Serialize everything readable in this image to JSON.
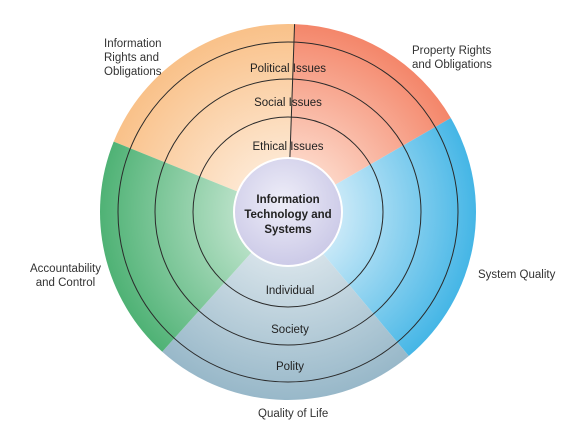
{
  "center": {
    "lines": [
      "Information",
      "Technology and",
      "Systems"
    ]
  },
  "sectors": [
    {
      "id": "information-rights",
      "label_lines": [
        "Information",
        "Rights and",
        "Obligations"
      ],
      "color": "#f9c189",
      "color_light": "#fde6cf"
    },
    {
      "id": "property-rights",
      "label_lines": [
        "Property Rights",
        "and Obligations"
      ],
      "color": "#f4866a",
      "color_light": "#fcd3c3"
    },
    {
      "id": "system-quality",
      "label_lines": [
        "System Quality"
      ],
      "color": "#45b6e6",
      "color_light": "#c4e7f7"
    },
    {
      "id": "quality-of-life",
      "label_lines": [
        "Quality of Life"
      ],
      "color": "#98b8c9",
      "color_light": "#d4e1e8"
    },
    {
      "id": "accountability-control",
      "label_lines": [
        "Accountability",
        "and Control"
      ],
      "color": "#4fb275",
      "color_light": "#b4dfc4"
    }
  ],
  "upper_rings": [
    "Political Issues",
    "Social Issues",
    "Ethical Issues"
  ],
  "lower_rings": [
    "Individual",
    "Society",
    "Polity"
  ],
  "colors": {
    "ring_line": "#2a2a2a",
    "center_fill": "#c9c7e6",
    "center_fill_light": "#eeedf8"
  }
}
